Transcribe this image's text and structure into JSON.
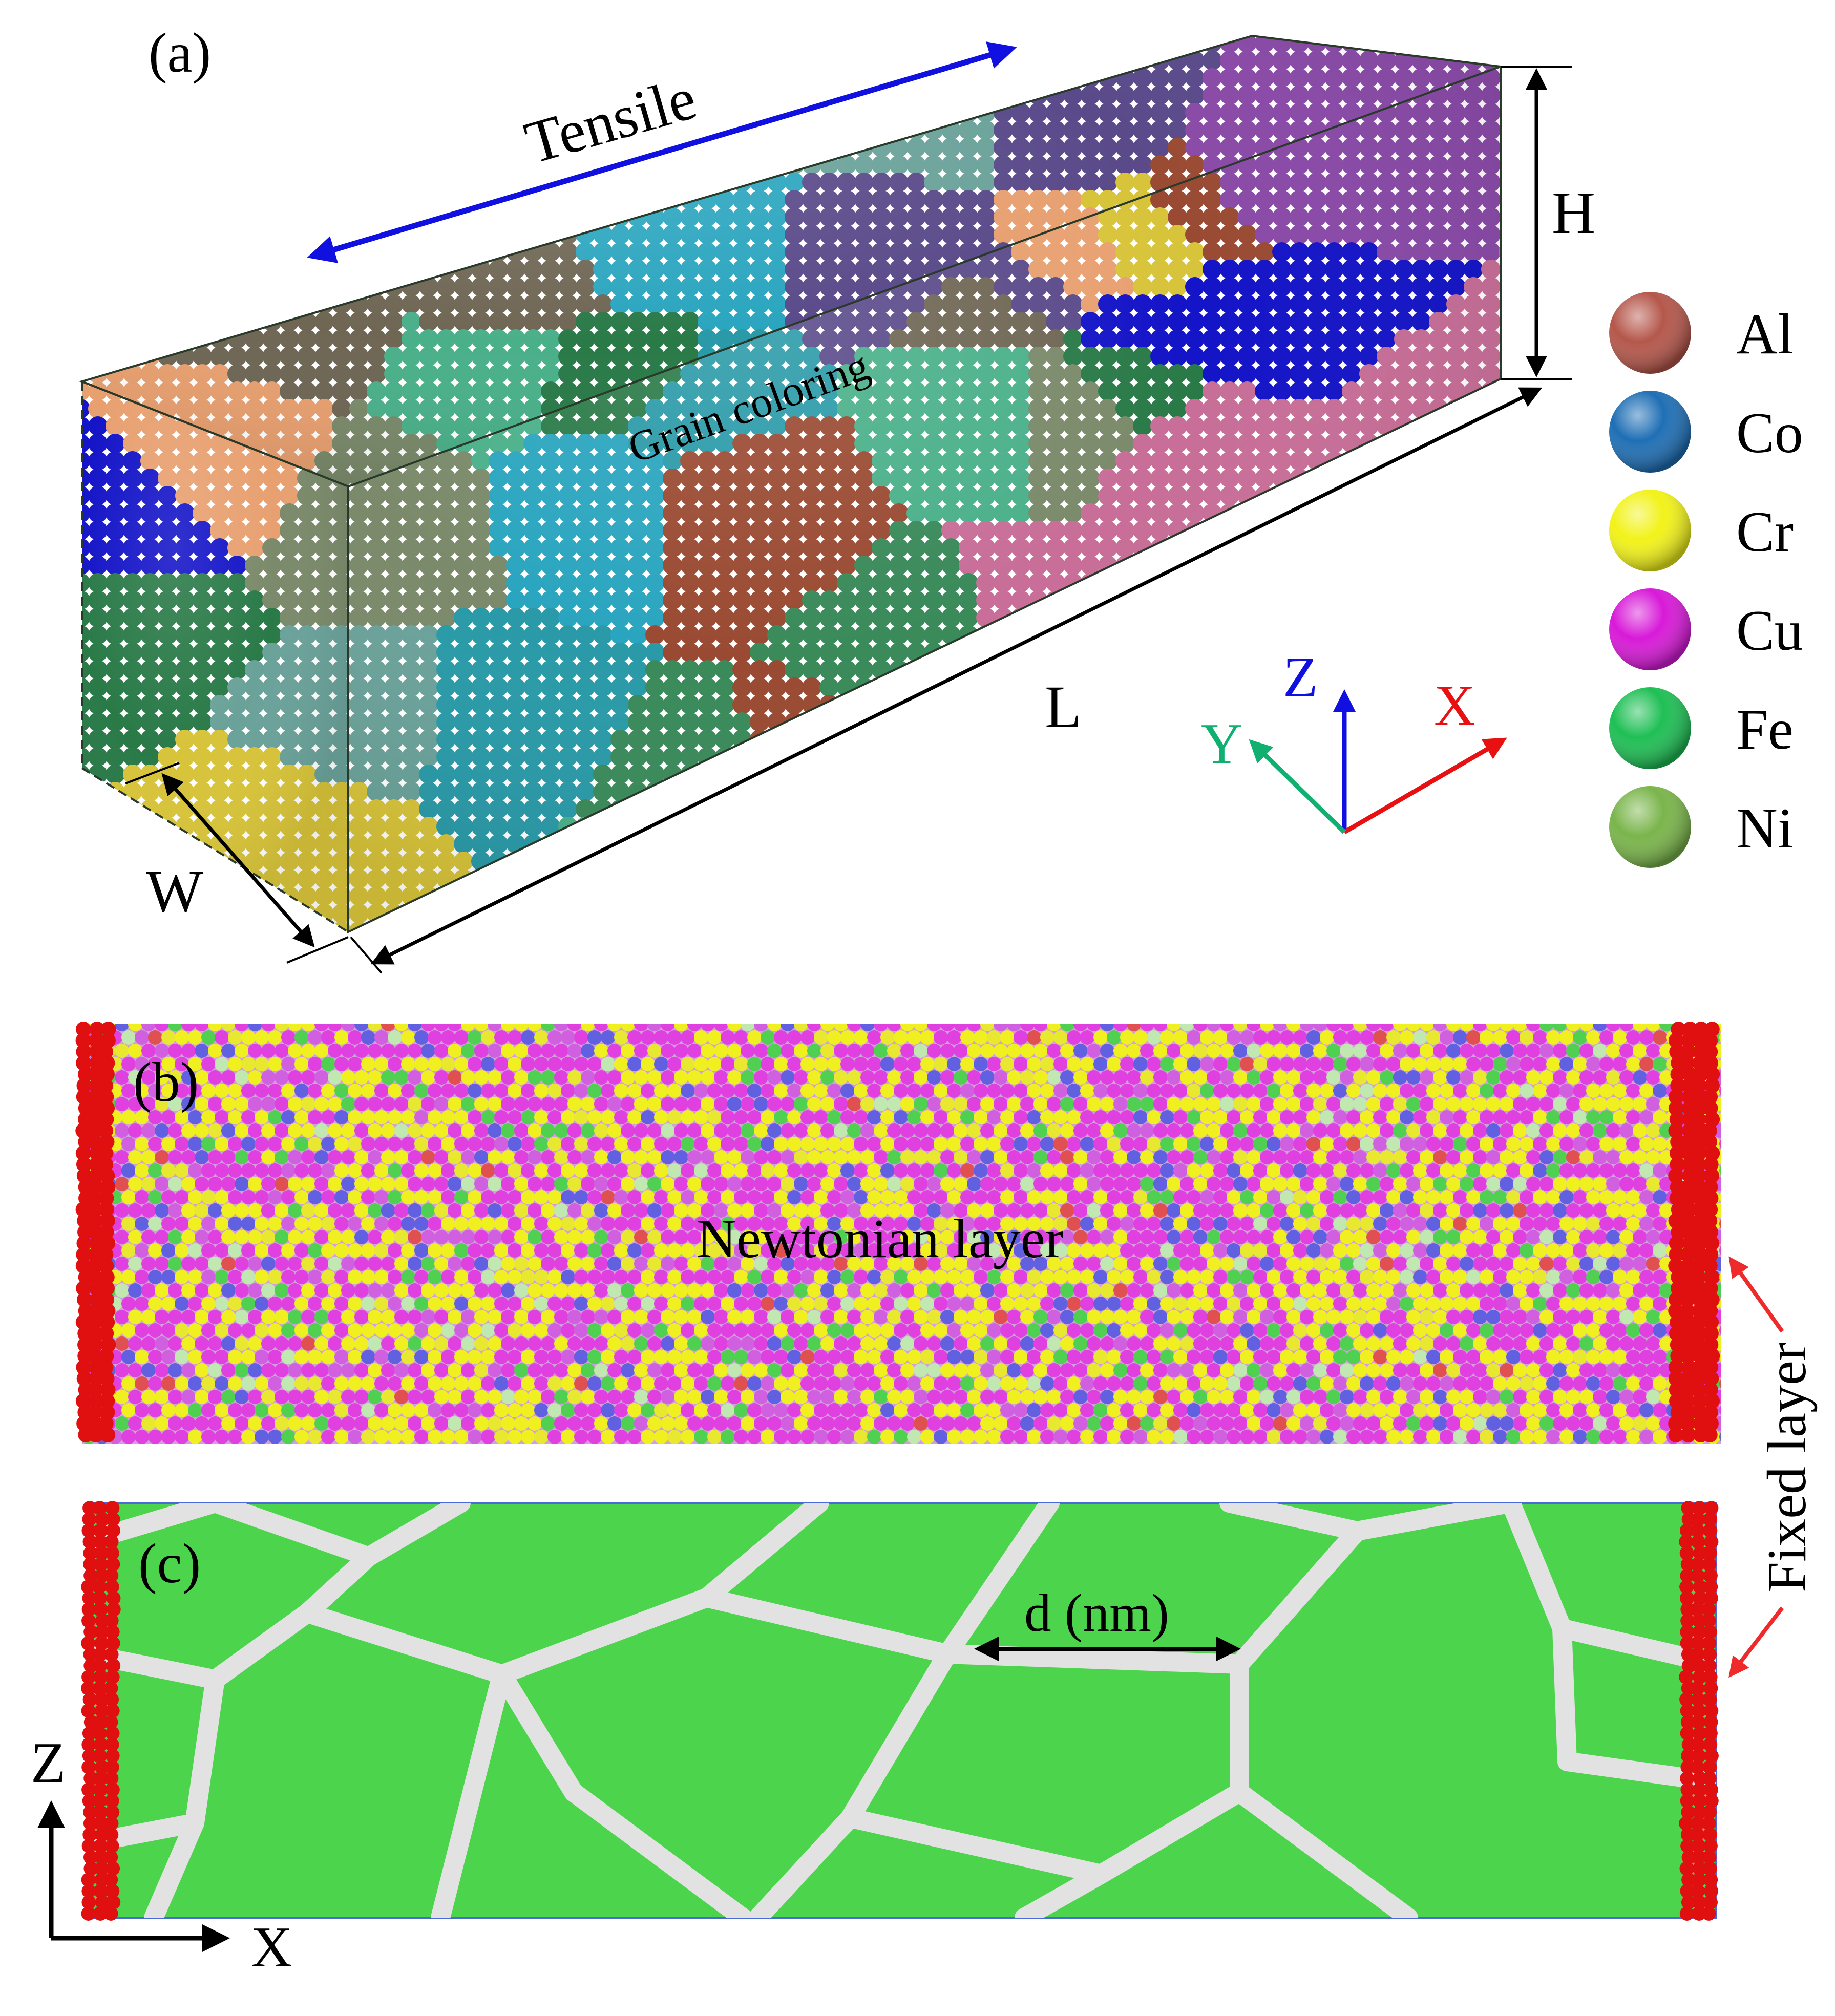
{
  "panel_a": {
    "label": "(a)",
    "tensile": "Tensile",
    "grain_coloring": "Grain coloring",
    "dim_h": "H",
    "dim_l": "L",
    "dim_w": "W",
    "axes": {
      "x": "X",
      "y": "Y",
      "z": "Z"
    },
    "legend": [
      {
        "element": "Al",
        "color": "#b5574b"
      },
      {
        "element": "Co",
        "color": "#1f6fb5"
      },
      {
        "element": "Cr",
        "color": "#f2f21a"
      },
      {
        "element": "Cu",
        "color": "#d81ad8"
      },
      {
        "element": "Fe",
        "color": "#1fbf55"
      },
      {
        "element": "Ni",
        "color": "#7ab54b"
      }
    ],
    "grain_palette": [
      "#6f6654",
      "#2aa5bf",
      "#c86e98",
      "#d8c43a",
      "#3a8a5a",
      "#1414c8",
      "#9a4a32",
      "#5a4a8a",
      "#6aa29a",
      "#7a8a6a",
      "#e8a070",
      "#2a7a48",
      "#4ab08a",
      "#8ab03a",
      "#2a9aa8",
      "#8a4aa8"
    ]
  },
  "panel_b": {
    "label": "(b)",
    "caption": "Newtonian layer",
    "atom_palette": [
      "#e040e0",
      "#f0f020",
      "#d060e0",
      "#e8e830",
      "#6060e0",
      "#50d050",
      "#c0e8b0",
      "#e05050"
    ],
    "fixed_color": "#e01010"
  },
  "panel_c": {
    "label": "(c)",
    "grain_size": "d (nm)",
    "grain_color": "#4cd44c",
    "boundary_color": "#e2e2e2",
    "axes": {
      "z": "Z",
      "x": "X"
    }
  },
  "fixed_layer": "Fixed layer",
  "colors": {
    "tensile_arrow": "#1010e0",
    "x_axis": "#e81010",
    "y_axis": "#10b070",
    "z_axis": "#1010e0",
    "pointer": "#ee2a2a"
  }
}
